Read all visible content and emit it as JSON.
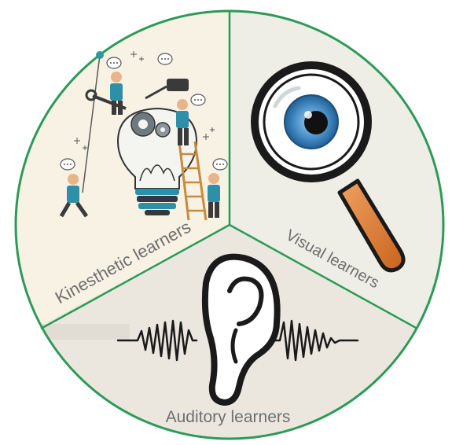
{
  "diagram": {
    "segments": [
      {
        "id": "kinesthetic",
        "label": "Kinesthetic learners",
        "fill": "#f8f2e4",
        "icon": "workers-fixing-lightbulb-illustration"
      },
      {
        "id": "visual",
        "label": "Visual learners",
        "fill": "#eeede6",
        "icon": "magnifying-glass-eye-icon"
      },
      {
        "id": "auditory",
        "label": "Auditory learners",
        "fill": "#ebe7df",
        "icon": "ear-soundwave-icon"
      }
    ],
    "colors": {
      "border": "#2c9a57",
      "label_text": "#6f6f6f",
      "magnifier_handle": "#d9782c",
      "iris": "#4a90c8"
    }
  }
}
